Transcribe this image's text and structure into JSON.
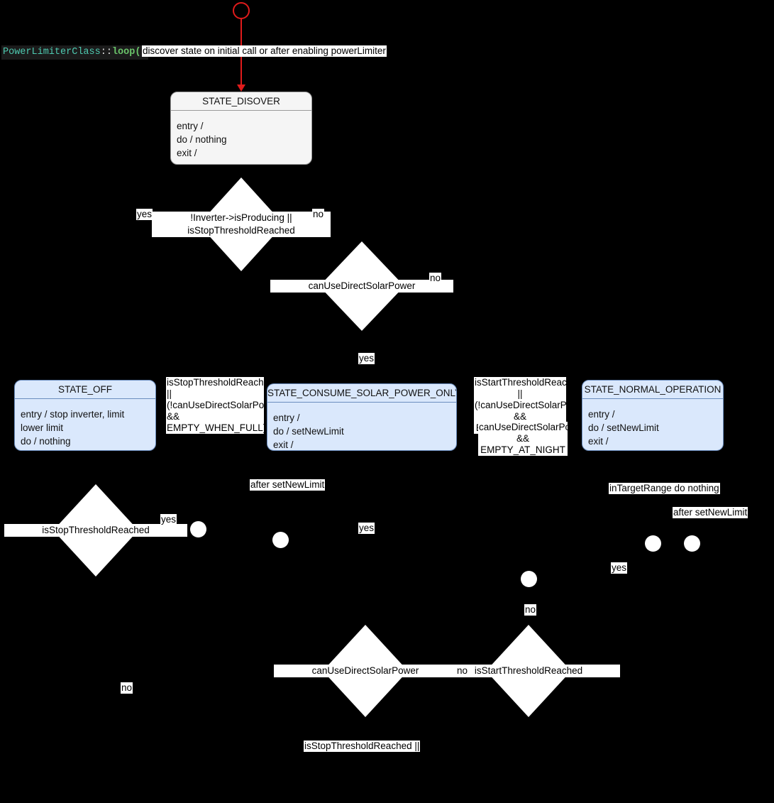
{
  "diagram": {
    "title_code": {
      "class_name": "PowerLimiterClass",
      "separator": "::",
      "method": "loop()"
    },
    "start_note": "discover state on initial call or after enabling powerLimiter"
  },
  "states": [
    {
      "id": "discover",
      "title": "STATE_DISOVER",
      "body": "entry /\ndo / nothing\nexit /"
    },
    {
      "id": "off",
      "title": "STATE_OFF",
      "body": "entry / stop inverter, limit lower limit\ndo / nothing\nexit / nothing"
    },
    {
      "id": "consume_solar",
      "title": "STATE_CONSUME_SOLAR_POWER_ONLY",
      "body": "entry /\ndo / setNewLimit\nexit /"
    },
    {
      "id": "normal",
      "title": "STATE_NORMAL_OPERATION",
      "body": "entry /\ndo / setNewLimit\nexit /"
    }
  ],
  "decisions": [
    {
      "id": "d1",
      "label": "!Inverter->isProducing ||\nisStopThresholdReached"
    },
    {
      "id": "d2",
      "label": "canUseDirectSolarPower"
    },
    {
      "id": "d3",
      "label": "isStopThresholdReached"
    },
    {
      "id": "d4",
      "label": "canUseDirectSolarPower"
    },
    {
      "id": "d5",
      "label": "isStartThresholdReached"
    }
  ],
  "edge_labels": {
    "d1_yes": "yes",
    "d1_no": "no",
    "d2_no": "no",
    "d2_yes": "yes",
    "guard_off": "isStopThresholdReached ||\n(!canUseDirectSolarPower\n&& EMPTY_WHEN_FULL)",
    "guard_start": "isStartThresholdReached ||\n(!canUseDirectSolarPower\n&& EMPTY_AT_NIGHT)",
    "guard_can_use_night": "canUseDirectSolarPower\n&& EMPTY_AT_NIGHT",
    "after_set_new_limit_left": "after setNewLimit",
    "after_set_new_limit_right": "after setNewLimit",
    "in_target_range": "inTargetRange do nothing",
    "d3_yes": "yes",
    "d3_no": "no",
    "mid_yes": "yes",
    "right_yes": "yes",
    "d5_no_top": "no",
    "d5_no_left": "no",
    "bottom_guard": "isStopThresholdReached ||"
  }
}
